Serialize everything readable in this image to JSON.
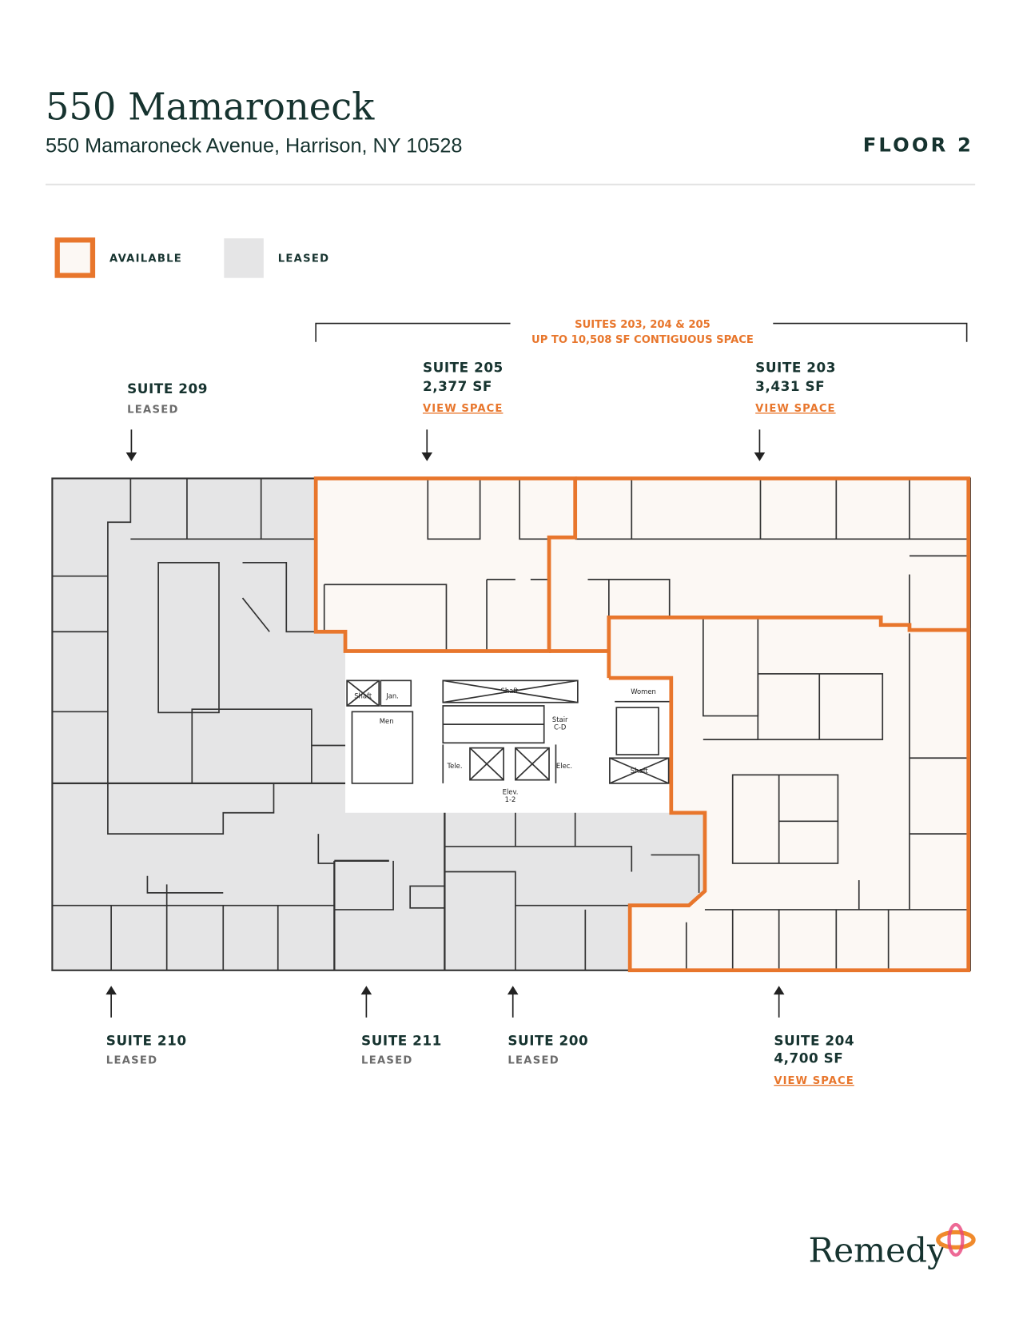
{
  "header": {
    "title": "550 Mamaroneck",
    "address": "550 Mamaroneck Avenue, Harrison, NY 10528",
    "floor": "FLOOR 2"
  },
  "legend": {
    "available": "AVAILABLE",
    "leased": "LEASED"
  },
  "colors": {
    "accent": "#e8762c",
    "available_fill": "#fcf8f4",
    "leased_fill": "#e5e5e6",
    "text_dark": "#16332f"
  },
  "contiguous": {
    "line1": "SUITES 203, 204 & 205",
    "line2": "UP TO 10,508 SF CONTIGUOUS SPACE"
  },
  "suites": {
    "s209": {
      "name": "SUITE 209",
      "status": "LEASED"
    },
    "s205": {
      "name": "SUITE 205",
      "size": "2,377 SF",
      "link": "VIEW SPACE"
    },
    "s203": {
      "name": "SUITE 203",
      "size": "3,431 SF",
      "link": "VIEW SPACE"
    },
    "s210": {
      "name": "SUITE 210",
      "status": "LEASED"
    },
    "s211": {
      "name": "SUITE 211",
      "status": "LEASED"
    },
    "s200": {
      "name": "SUITE 200",
      "status": "LEASED"
    },
    "s204": {
      "name": "SUITE 204",
      "size": "4,700 SF",
      "link": "VIEW SPACE"
    }
  },
  "core_labels": {
    "shaft": "Shaft",
    "jan": "Jan.",
    "men": "Men",
    "women": "Women",
    "stair": "Stair",
    "stair_id": "C-D",
    "tele": "Tele.",
    "elec": "Elec.",
    "elev": "Elev.",
    "elev_id": "1-2"
  },
  "logo": {
    "text": "Remedy"
  }
}
